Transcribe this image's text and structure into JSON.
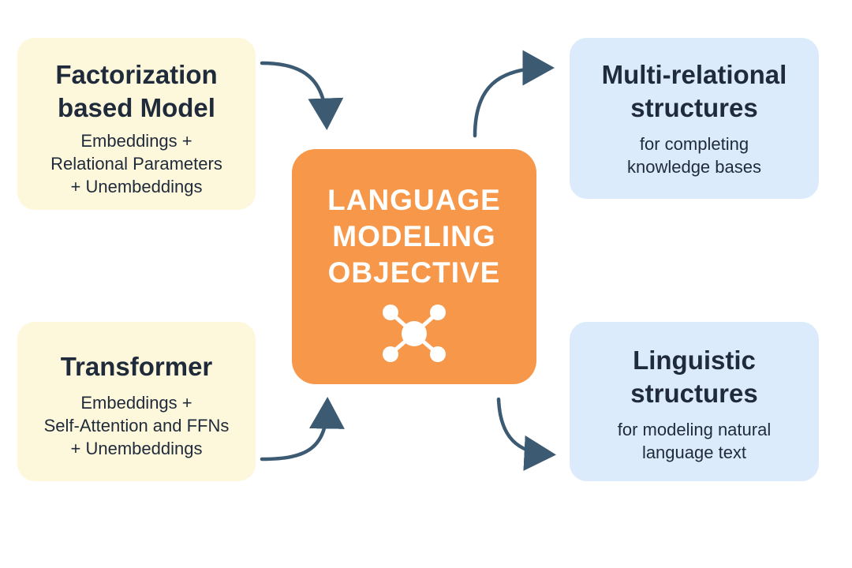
{
  "colors": {
    "input_box": "#fdf7dc",
    "output_box": "#dcebfb",
    "center_box": "#f7974a",
    "arrow": "#3d5a73",
    "text": "#1f2b3a"
  },
  "center": {
    "title": "LANGUAGE\nMODELING\nOBJECTIVE",
    "icon": "network-nodes-icon"
  },
  "inputs": [
    {
      "title": "Factorization\nbased Model",
      "body": "Embeddings +\nRelational Parameters\n+ Unembeddings"
    },
    {
      "title": "Transformer",
      "body": "Embeddings +\nSelf-Attention and FFNs\n+ Unembeddings"
    }
  ],
  "outputs": [
    {
      "title": "Multi-relational\nstructures",
      "body": "for completing\nknowledge bases"
    },
    {
      "title": "Linguistic\nstructures",
      "body": "for modeling natural\nlanguage text"
    }
  ]
}
